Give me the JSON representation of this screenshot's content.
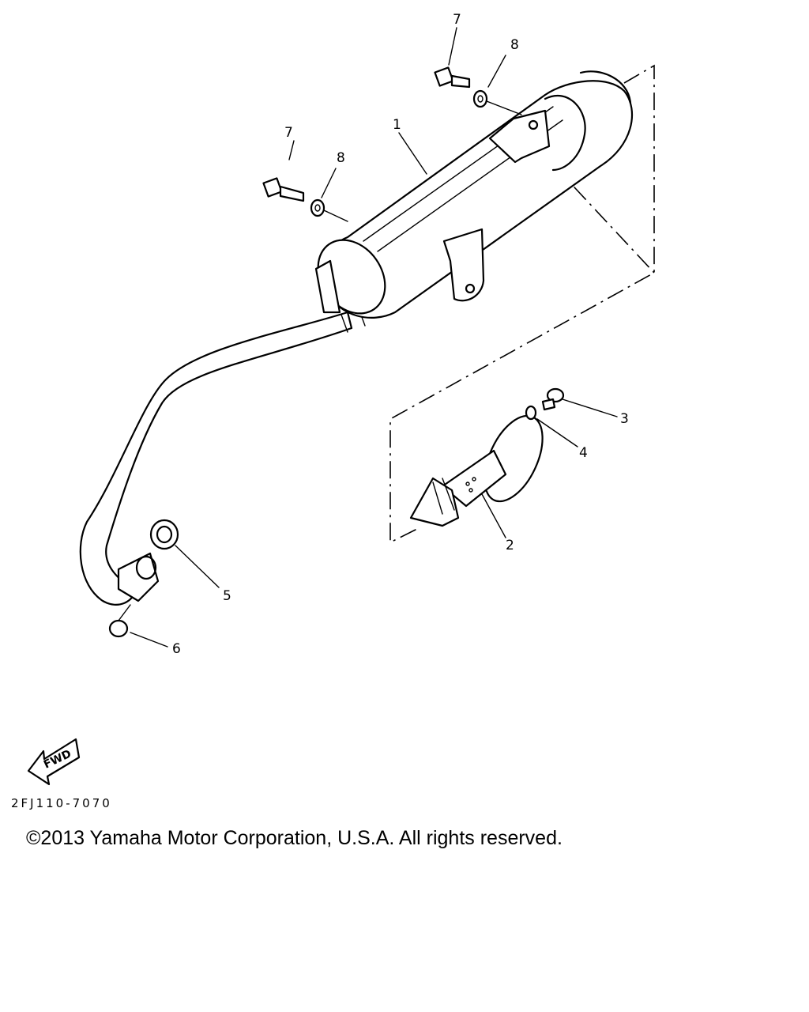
{
  "callouts": [
    {
      "id": "1",
      "text": "1"
    },
    {
      "id": "2",
      "text": "2"
    },
    {
      "id": "3",
      "text": "3"
    },
    {
      "id": "4",
      "text": "4"
    },
    {
      "id": "5",
      "text": "5"
    },
    {
      "id": "6",
      "text": "6"
    },
    {
      "id": "7a",
      "text": "7"
    },
    {
      "id": "7b",
      "text": "7"
    },
    {
      "id": "8a",
      "text": "8"
    },
    {
      "id": "8b",
      "text": "8"
    }
  ],
  "forward_arrow_text": "FWD",
  "diagram_code": "2FJ110-7070",
  "copyright": "©2013 Yamaha Motor Corporation, U.S.A. All rights reserved."
}
